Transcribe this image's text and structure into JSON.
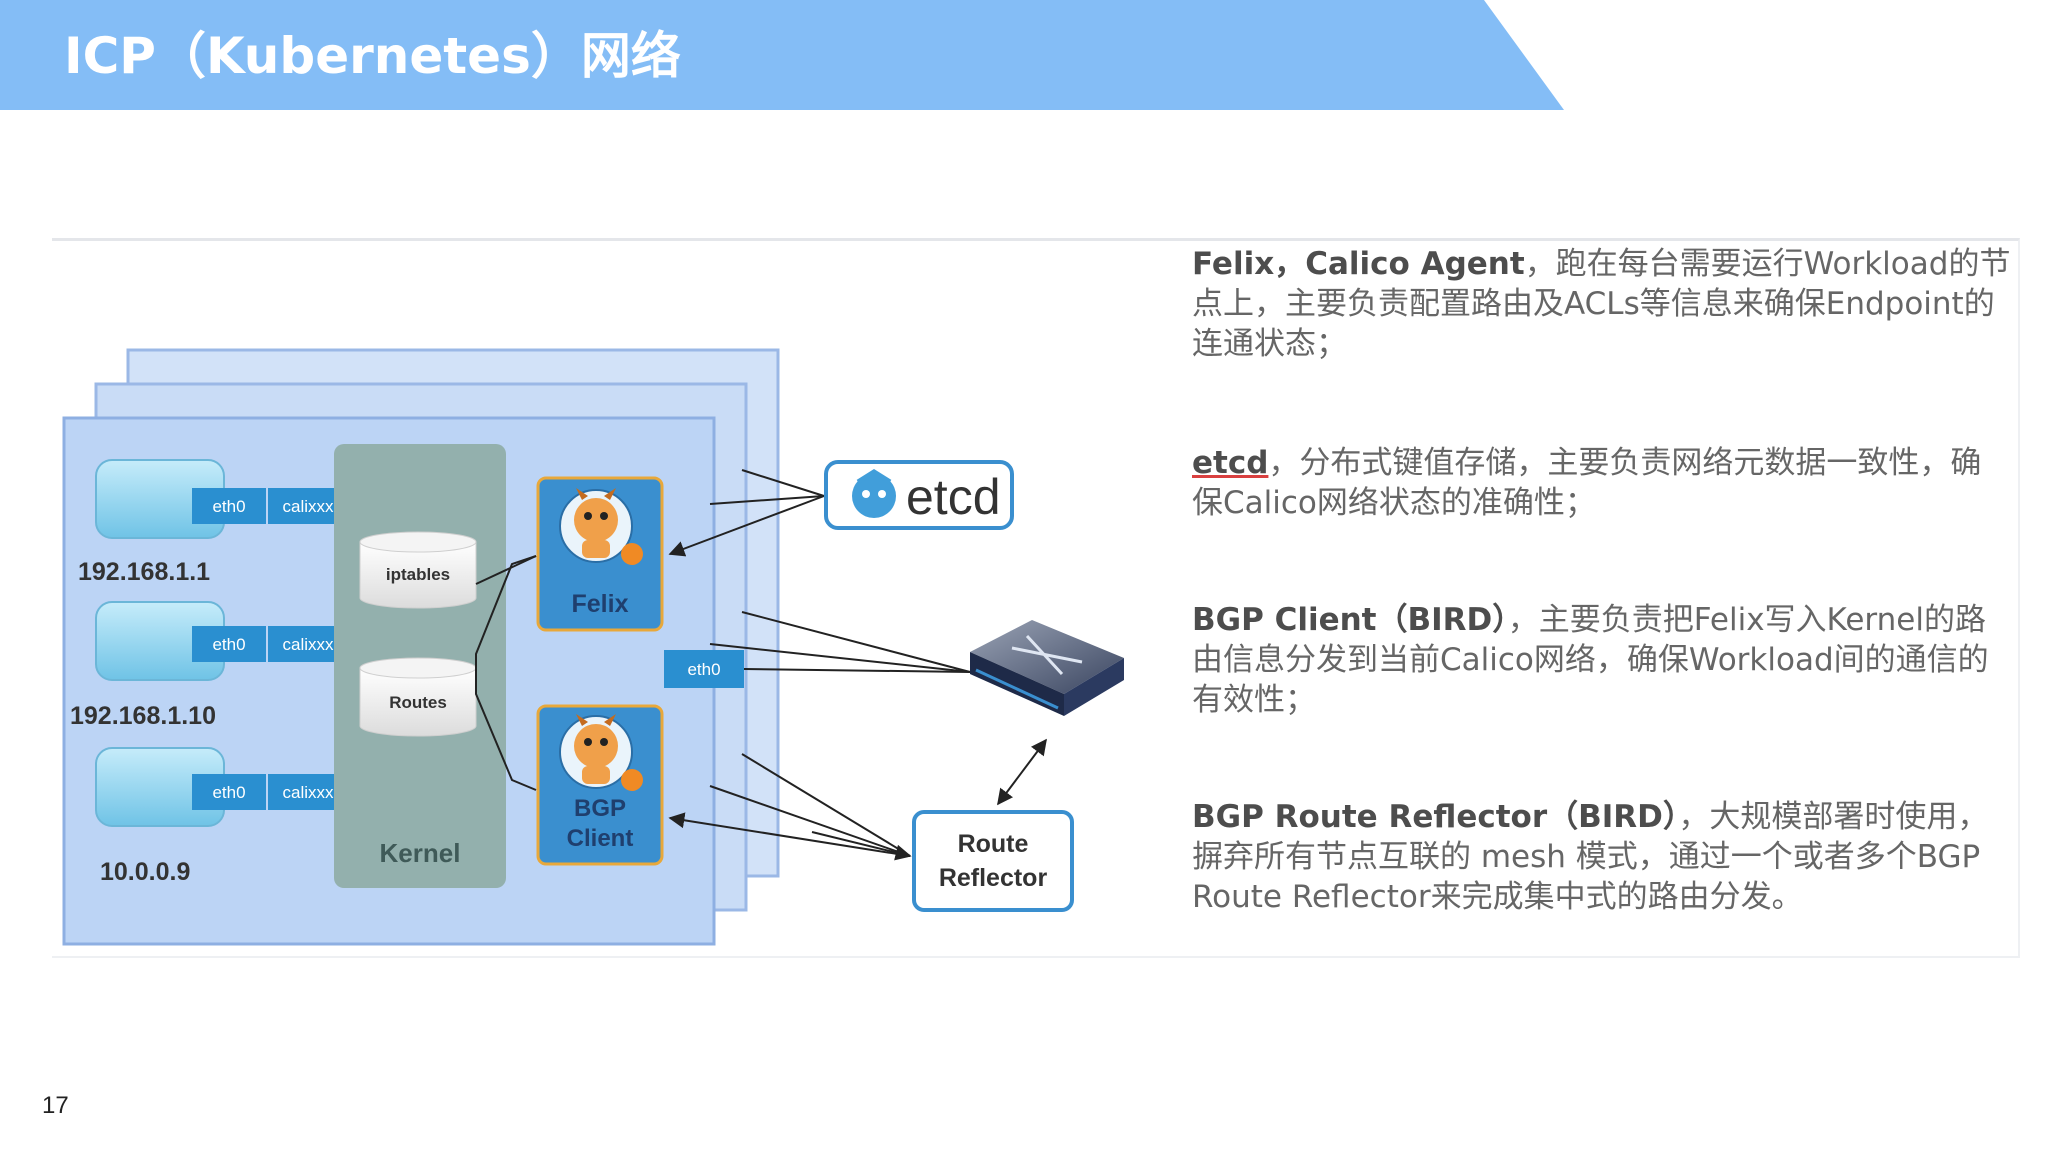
{
  "header": {
    "title": "ICP（Kubernetes）网络",
    "band_color": "#84bdf6"
  },
  "diagram": {
    "workloads": [
      {
        "ip": "192.168.1.1",
        "eth_label": "eth0",
        "cali_label": "calixxx"
      },
      {
        "ip": "192.168.1.10",
        "eth_label": "eth0",
        "cali_label": "calixxx"
      },
      {
        "ip": "10.0.0.9",
        "eth_label": "eth0",
        "cali_label": "calixxx"
      }
    ],
    "kernel": {
      "label": "Kernel",
      "iptables_label": "iptables",
      "routes_label": "Routes"
    },
    "felix": {
      "label": "Felix"
    },
    "bgp_client": {
      "label_line1": "BGP",
      "label_line2": "Client"
    },
    "host_eth": {
      "label": "eth0"
    },
    "etcd": {
      "label": "etcd",
      "icon": "etcd-logo-icon"
    },
    "switch": {
      "icon": "network-switch-icon"
    },
    "route_reflector": {
      "label_line1": "Route",
      "label_line2": "Reflector"
    },
    "colors": {
      "host_panel": "#bcd4f5",
      "workload_box": "#8fd3ee",
      "interface_tag": "#2a8fd0",
      "kernel_panel": "#93b0ad",
      "agent_box": "#3a8fcf",
      "agent_label": "#1f3f6e"
    }
  },
  "descriptions": {
    "felix": {
      "term": "Felix，Calico Agent",
      "text": "，跑在每台需要运行Workload的节点上，主要负责配置路由及ACLs等信息来确保Endpoint的连通状态；"
    },
    "etcd": {
      "term": "etcd",
      "text": "，分布式键值存储，主要负责网络元数据一致性，确保Calico网络状态的准确性；"
    },
    "bgp_client": {
      "term": "BGP Client（BIRD）",
      "text": "，主要负责把Felix写入Kernel的路由信息分发到当前Calico网络，确保Workload间的通信的有效性；"
    },
    "bgp_rr": {
      "term": "BGP Route Reflector（BIRD）",
      "text": "，大规模部署时使用，摒弃所有节点互联的 mesh 模式，通过一个或者多个BGP Route Reflector来完成集中式的路由分发。"
    }
  },
  "footer": {
    "page_number": "17"
  }
}
